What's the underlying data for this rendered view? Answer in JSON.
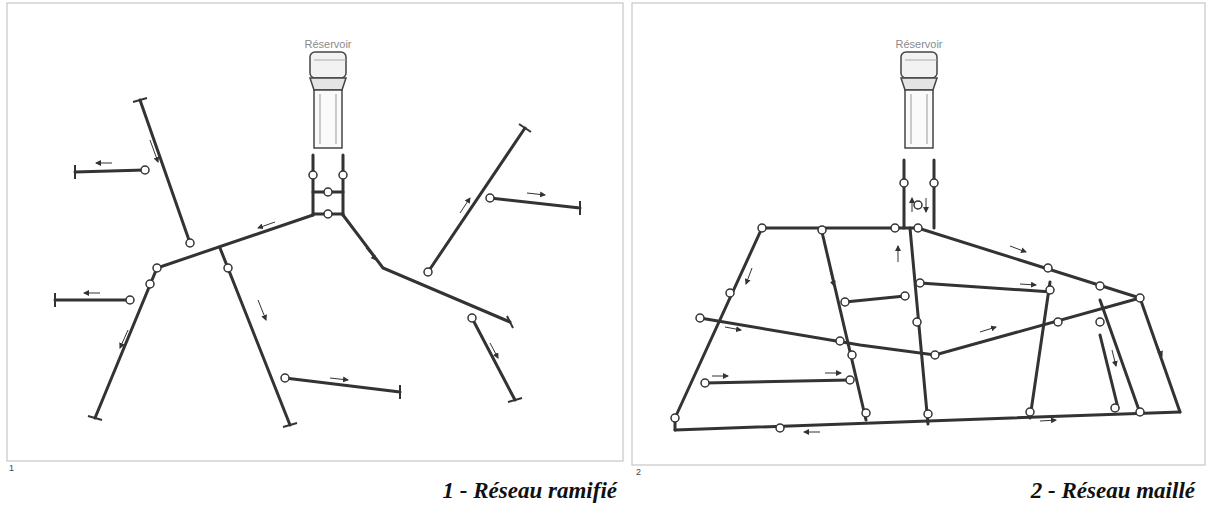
{
  "diagram": {
    "nodes": [
      {
        "text": [
          "Réservoir"
        ]
      },
      {
        "text": [
          "Réservoir"
        ]
      }
    ],
    "labels": [
      "1",
      "2",
      "1 - Réseau ramifié",
      "2 - Réseau maillé"
    ]
  }
}
